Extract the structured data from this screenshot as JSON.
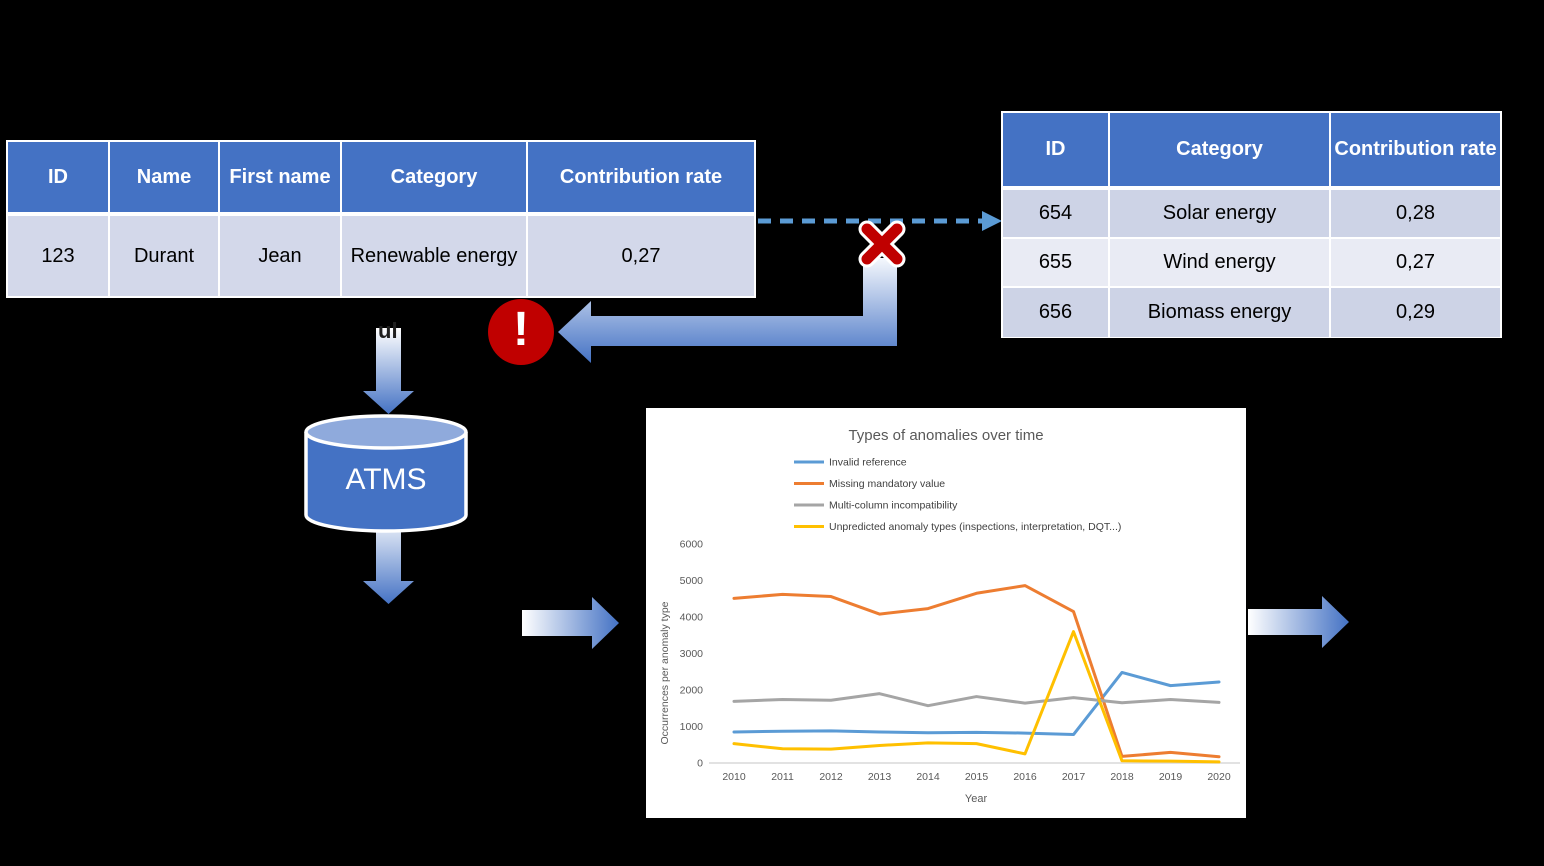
{
  "left_table": {
    "headers": [
      "ID",
      "Name",
      "First name",
      "Category",
      "Contribution rate"
    ],
    "rows": [
      [
        "123",
        "Durant",
        "Jean",
        "Renewable energy",
        "0,27"
      ]
    ]
  },
  "right_table": {
    "headers": [
      "ID",
      "Category",
      "Contribution rate"
    ],
    "rows": [
      [
        "654",
        "Solar energy",
        "0,28"
      ],
      [
        "655",
        "Wind energy",
        "0,27"
      ],
      [
        "656",
        "Biomass energy",
        "0,29"
      ]
    ]
  },
  "database": {
    "label": "ATMS"
  },
  "warning_icon_glyph": "!",
  "text_fragment": "ul",
  "colors": {
    "table_header_blue": "#4472C4",
    "row_lavender": "#D3D8EA",
    "row_band_dark": "#CDD3E6",
    "row_band_light": "#E9EBF4",
    "dashed_arrow_blue": "#5B9BD5",
    "arrow_gradient_blue": "#4472C4",
    "cylinder_top_blue": "#8FAADC",
    "error_red": "#C00000"
  },
  "chart_data": {
    "type": "line",
    "title": "Types of anomalies over time",
    "xlabel": "Year",
    "ylabel": "Occurrences per anomaly type",
    "x": [
      2010,
      2011,
      2012,
      2013,
      2014,
      2015,
      2016,
      2017,
      2018,
      2019,
      2020
    ],
    "ylim": [
      0,
      6000
    ],
    "ytick_step": 1000,
    "grid": false,
    "legend_position": "top-left",
    "series": [
      {
        "name": "Invalid reference",
        "color": "#5B9BD5",
        "values": [
          850,
          870,
          880,
          850,
          830,
          840,
          820,
          780,
          2480,
          2120,
          2220
        ]
      },
      {
        "name": "Missing mandatory value",
        "color": "#ED7D31",
        "values": [
          4510,
          4620,
          4560,
          4080,
          4230,
          4650,
          4860,
          4150,
          180,
          290,
          170
        ]
      },
      {
        "name": "Multi-column incompatibility",
        "color": "#A5A5A5",
        "values": [
          1690,
          1740,
          1720,
          1900,
          1570,
          1820,
          1640,
          1790,
          1650,
          1740,
          1660
        ]
      },
      {
        "name": "Unpredicted anomaly types (inspections, interpretation, DQT...)",
        "color": "#FFC000",
        "values": [
          530,
          390,
          380,
          480,
          550,
          530,
          250,
          3600,
          60,
          50,
          30
        ]
      }
    ]
  }
}
